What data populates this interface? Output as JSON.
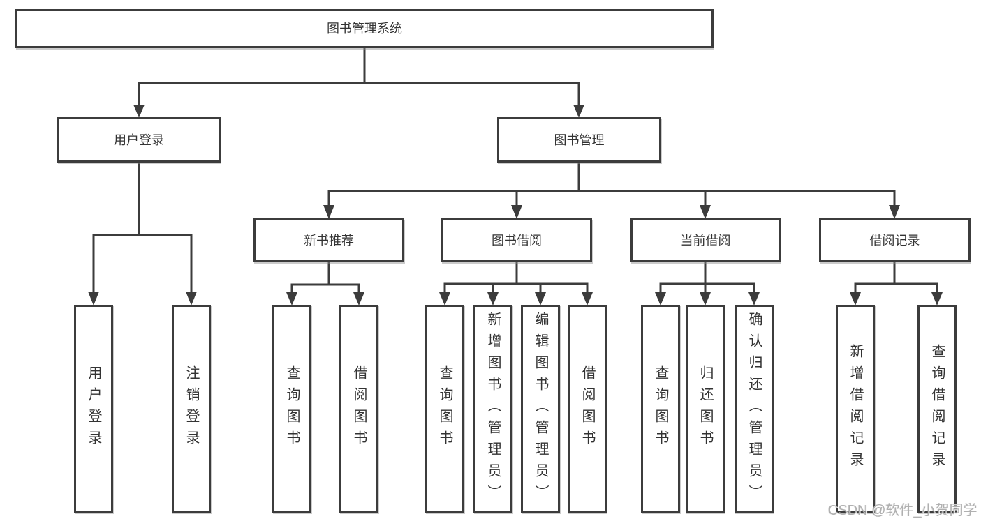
{
  "nodes": {
    "root": "图书管理系统",
    "user_login": "用户登录",
    "book_mgmt": "图书管理",
    "new_book_rec": "新书推荐",
    "book_borrow": "图书借阅",
    "current_borrow": "当前借阅",
    "borrow_record": "借阅记录",
    "leaves": {
      "user_login": [
        "用户登录",
        "注销登录"
      ],
      "new_book_rec": [
        "查询图书",
        "借阅图书"
      ],
      "book_borrow": [
        "查询图书",
        "新增图书（管理员）",
        "编辑图书（管理员）",
        "借阅图书"
      ],
      "current_borrow": [
        "查询图书",
        "归还图书",
        "确认归还（管理员）"
      ],
      "borrow_record": [
        "新增借阅记录",
        "查询借阅记录"
      ]
    }
  },
  "watermark": "CSDN @软件_小贺同学",
  "colors": {
    "line": "#3c3c3c",
    "text": "#333333",
    "watermark": "#b0b0b0",
    "background": "#ffffff"
  }
}
